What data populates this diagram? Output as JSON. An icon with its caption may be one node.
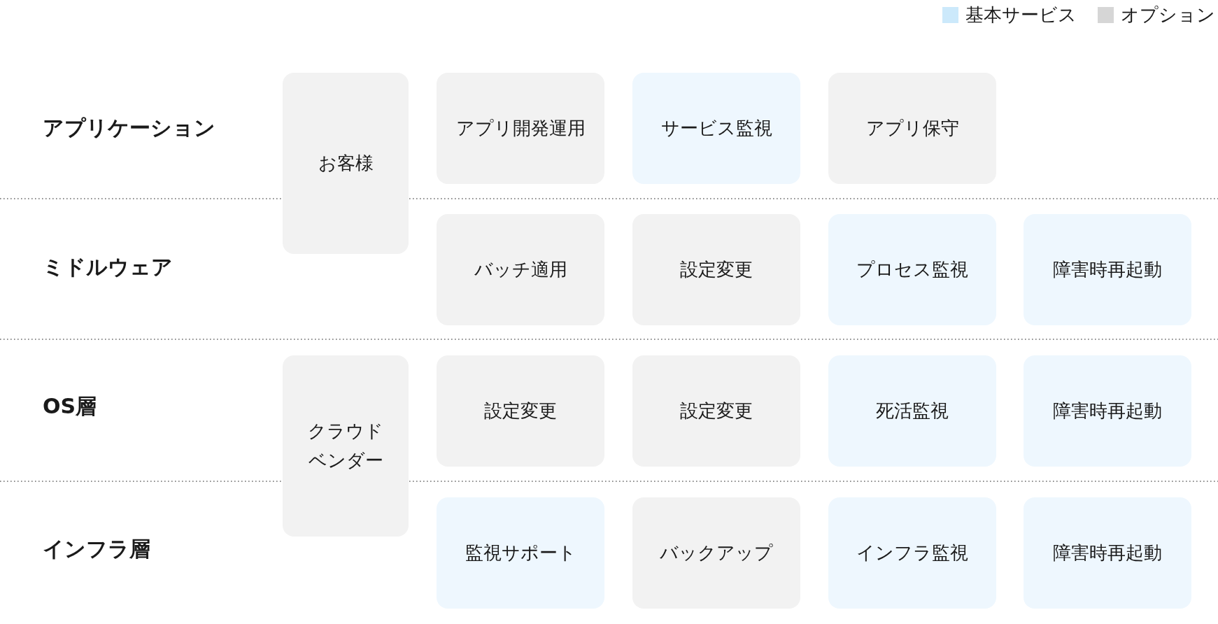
{
  "diagram": {
    "nodes": [
      {
        "text": [
          "お客様"
        ]
      },
      {
        "text": [
          "アプリ開発運用"
        ]
      },
      {
        "text": [
          "サービス監視"
        ]
      },
      {
        "text": [
          "アプリ保守"
        ]
      },
      {
        "text": [
          "バッチ適用"
        ]
      },
      {
        "text": [
          "設定変更"
        ]
      },
      {
        "text": [
          "プロセス監視"
        ]
      },
      {
        "text": [
          "障害時再起動"
        ]
      },
      {
        "text": [
          "クラウドベンダー"
        ]
      },
      {
        "text": [
          "設定変更"
        ]
      },
      {
        "text": [
          "設定変更"
        ]
      },
      {
        "text": [
          "死活監視"
        ]
      },
      {
        "text": [
          "障害時再起動"
        ]
      },
      {
        "text": [
          "監視サポート"
        ]
      },
      {
        "text": [
          "バックアップ"
        ]
      },
      {
        "text": [
          "インフラ監視"
        ]
      },
      {
        "text": [
          "障害時再起動"
        ]
      }
    ],
    "edges": [],
    "labels": [
      "アプリケーション",
      "ミドルウェア",
      "OS層",
      "インフラ層"
    ],
    "legend": [
      {
        "text": "基本サービス",
        "color": "#cce9fb"
      },
      {
        "text": "オプション",
        "color": "#d6d6d6"
      }
    ]
  }
}
